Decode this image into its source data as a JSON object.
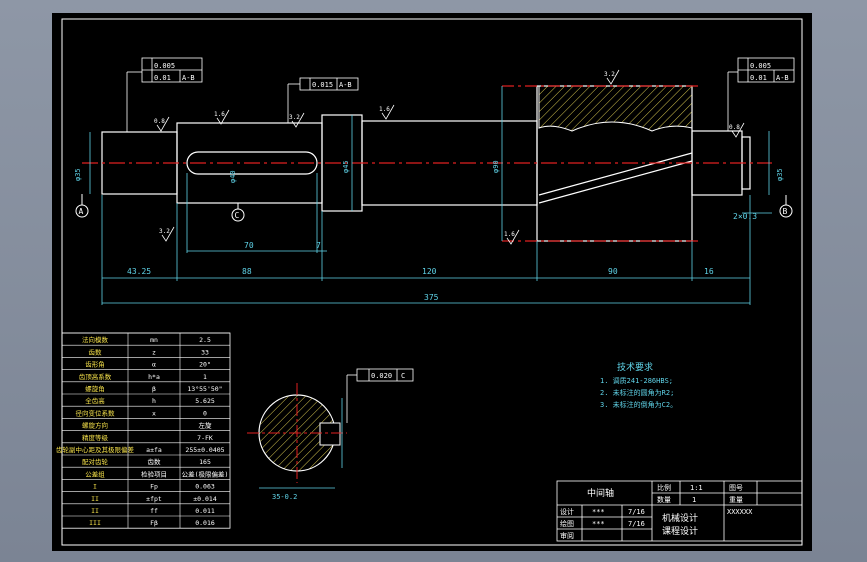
{
  "drawing": {
    "part_name": "中间轴",
    "title_block": {
      "scale_label": "比例",
      "scale_value": "1:1",
      "drawing_no_label": "图号",
      "quantity_label": "数量",
      "quantity_value": "1",
      "weight_label": "重量",
      "designer_label": "设计",
      "designer_name": "***",
      "designer_date": "7/16",
      "drafter_label": "绘图",
      "drafter_name": "***",
      "drafter_date": "7/16",
      "reviewer_label": "审阅",
      "course_line1": "机械设计",
      "course_line2": "课程设计",
      "class_code": "XXXXXX"
    },
    "tech_requirements": {
      "title": "技术要求",
      "items": [
        "1. 调质241-286HBS;",
        "2. 未标注的圆角为R2;",
        "3. 未标注的倒角为C2。"
      ]
    },
    "gear_params": [
      {
        "name": "法向模数",
        "symbol": "mn",
        "value": "2.5"
      },
      {
        "name": "齿数",
        "symbol": "z",
        "value": "33"
      },
      {
        "name": "齿形角",
        "symbol": "α",
        "value": "20°"
      },
      {
        "name": "齿顶高系数",
        "symbol": "h*a",
        "value": "1"
      },
      {
        "name": "螺旋角",
        "symbol": "β",
        "value": "13°55'50\""
      },
      {
        "name": "全齿高",
        "symbol": "h",
        "value": "5.625"
      },
      {
        "name": "径向变位系数",
        "symbol": "x",
        "value": "0"
      },
      {
        "name": "螺旋方向",
        "symbol": "",
        "value": "左旋"
      },
      {
        "name": "精度等级",
        "symbol": "",
        "value": "7-FK"
      },
      {
        "name": "齿轮副中心距及其极限偏差",
        "symbol": "a±fa",
        "value": "255±0.0405"
      },
      {
        "name": "配对齿轮",
        "symbol": "齿数",
        "value": "165"
      },
      {
        "name": "公差组",
        "symbol": "检验项目",
        "value": "公差(极限偏差)"
      },
      {
        "name": "I",
        "symbol": "Fp",
        "value": "0.063"
      },
      {
        "name": "II",
        "symbol": "±fpt",
        "value": "±0.014"
      },
      {
        "name": "II",
        "symbol": "ff",
        "value": "0.011"
      },
      {
        "name": "III",
        "symbol": "Fβ",
        "value": "0.016"
      }
    ],
    "dimensions": {
      "d1": "43.25",
      "d2": "88",
      "d3": "120",
      "d4": "90",
      "d5": "16",
      "total": "375",
      "key_length": "70",
      "key_offset": "7",
      "chamfer": "2×0.3",
      "section_width": "35-0.2",
      "dia_left": "φ35",
      "dia_mid": "φ45",
      "dia_gear": "φ90",
      "dia_right": "φ35",
      "dia_key": "φ40"
    },
    "tolerances": {
      "box1_a": "0.005",
      "box1_b": "0.01",
      "box1_ref": "A-B",
      "box2_a": "0.015",
      "box2_ref": "A-B",
      "box3_a": "0.005",
      "box3_b": "0.01",
      "box3_ref": "A-B",
      "box4_a": "0.020",
      "box4_ref": "C"
    },
    "datums": {
      "a": "A",
      "b": "B",
      "c": "C"
    },
    "roughness": {
      "r1": "0.8",
      "r2": "1.6",
      "r3": "3.2",
      "r4": "1.6",
      "r5": "3.2",
      "r6": "0.8",
      "r7": "1.6",
      "r8": "3.2"
    },
    "colors": {
      "background": "#000000",
      "outline": "#ffffff",
      "dims": "#5fd3e8",
      "centerline": "#e02020",
      "hatch": "#d8c850",
      "text": "#f4e04a",
      "window": "#7b8494"
    }
  }
}
